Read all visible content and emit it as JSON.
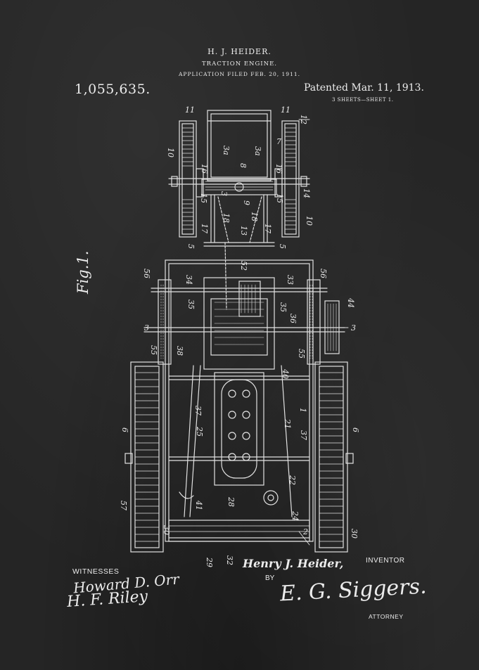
{
  "header": {
    "inventor": "H. J. HEIDER.",
    "title": "TRACTION ENGINE.",
    "filed": "APPLICATION FILED FEB. 20, 1911.",
    "patent_number": "1,055,635.",
    "patented": "Patented Mar. 11, 1913.",
    "sheets": "3 SHEETS—SHEET 1."
  },
  "figure_label": "Fig.1.",
  "reference_numerals": [
    {
      "id": "n11a",
      "text": "11"
    },
    {
      "id": "n12",
      "text": "12"
    },
    {
      "id": "n11b",
      "text": "11"
    },
    {
      "id": "n7",
      "text": "7"
    },
    {
      "id": "n10a",
      "text": "10"
    },
    {
      "id": "n3a1",
      "text": "3a"
    },
    {
      "id": "n3a2",
      "text": "3a"
    },
    {
      "id": "n16a",
      "text": "16"
    },
    {
      "id": "n8",
      "text": "8"
    },
    {
      "id": "n16b",
      "text": "16"
    },
    {
      "id": "n15a",
      "text": "15"
    },
    {
      "id": "n3",
      "text": "3"
    },
    {
      "id": "n9",
      "text": "9"
    },
    {
      "id": "n15b",
      "text": "15"
    },
    {
      "id": "n14",
      "text": "14"
    },
    {
      "id": "n18a",
      "text": "18"
    },
    {
      "id": "n18b",
      "text": "18"
    },
    {
      "id": "n10b",
      "text": "10"
    },
    {
      "id": "n17a",
      "text": "17"
    },
    {
      "id": "n13",
      "text": "13"
    },
    {
      "id": "n17b",
      "text": "17"
    },
    {
      "id": "n5a",
      "text": "5"
    },
    {
      "id": "n5b",
      "text": "5"
    },
    {
      "id": "n56a",
      "text": "56"
    },
    {
      "id": "n34",
      "text": "34"
    },
    {
      "id": "n52",
      "text": "52"
    },
    {
      "id": "n33",
      "text": "33"
    },
    {
      "id": "n56b",
      "text": "56"
    },
    {
      "id": "n44",
      "text": "44"
    },
    {
      "id": "n35a",
      "text": "35"
    },
    {
      "id": "n35b",
      "text": "35"
    },
    {
      "id": "n36",
      "text": "36"
    },
    {
      "id": "n3L",
      "text": "3"
    },
    {
      "id": "n3R",
      "text": "3"
    },
    {
      "id": "n55a",
      "text": "55"
    },
    {
      "id": "n55b",
      "text": "55"
    },
    {
      "id": "n38",
      "text": "38"
    },
    {
      "id": "n40a",
      "text": "40"
    },
    {
      "id": "n21",
      "text": "21"
    },
    {
      "id": "n25",
      "text": "25"
    },
    {
      "id": "n37",
      "text": "37"
    },
    {
      "id": "n1",
      "text": "1"
    },
    {
      "id": "n6a",
      "text": "6"
    },
    {
      "id": "n6b",
      "text": "6"
    },
    {
      "id": "n37b",
      "text": "37"
    },
    {
      "id": "n57",
      "text": "57"
    },
    {
      "id": "n29",
      "text": "29"
    },
    {
      "id": "n32",
      "text": "32"
    },
    {
      "id": "n30a",
      "text": "30"
    },
    {
      "id": "n30b",
      "text": "30"
    },
    {
      "id": "n2",
      "text": "2"
    },
    {
      "id": "n24",
      "text": "24"
    },
    {
      "id": "n41",
      "text": "41"
    },
    {
      "id": "n28",
      "text": "28"
    },
    {
      "id": "n22",
      "text": "22"
    }
  ],
  "footer": {
    "witnesses_label": "WITNESSES",
    "witness_1": "Howard D. Orr",
    "witness_2": "H. F. Riley",
    "inventor_name": "Henry J. Heider,",
    "inventor_label": "INVENTOR",
    "by_label": "BY",
    "attorney_signature": "E. G. Siggers.",
    "attorney_label": "ATTORNEY"
  }
}
